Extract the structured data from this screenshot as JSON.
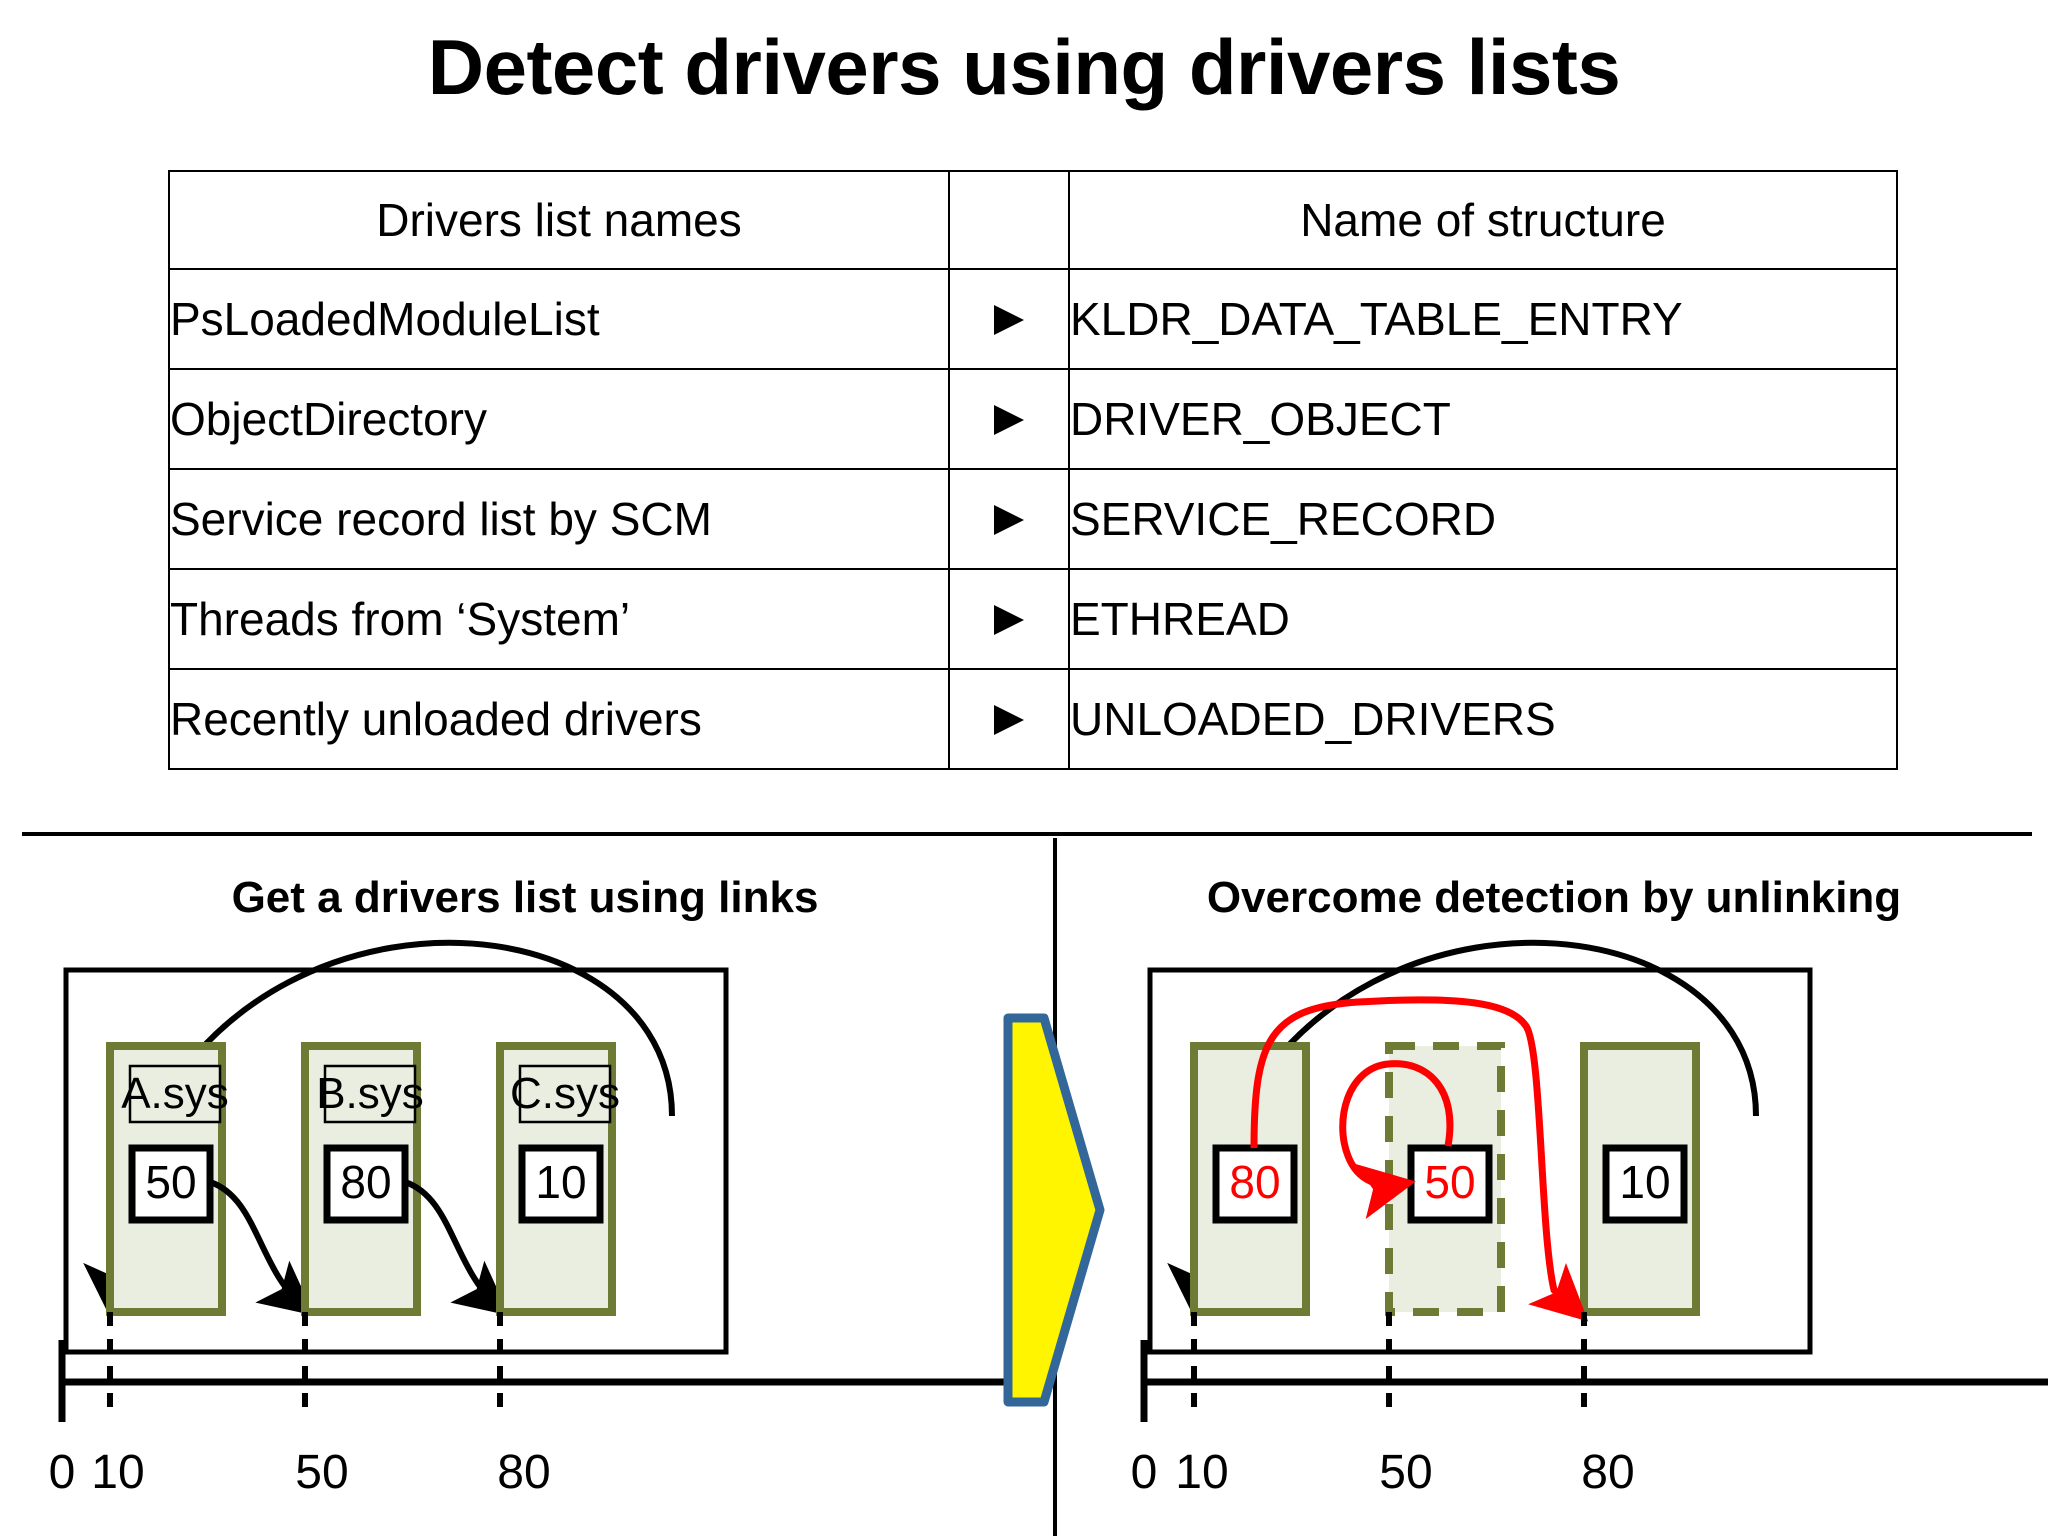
{
  "page": {
    "title": "Detect drivers using drivers lists"
  },
  "table": {
    "headers": [
      "Drivers list names",
      "Name of structure"
    ],
    "arrow_icon": "triangle-right-bullet",
    "rows": [
      {
        "list_name": "PsLoadedModuleList",
        "structure": "KLDR_DATA_TABLE_ENTRY"
      },
      {
        "list_name": "ObjectDirectory",
        "structure": "DRIVER_OBJECT"
      },
      {
        "list_name": "Service record list by SCM",
        "structure": "SERVICE_RECORD"
      },
      {
        "list_name": "Threads from ‘System’",
        "structure": "ETHREAD"
      },
      {
        "list_name": "Recently unloaded drivers",
        "structure": "UNLOADED_DRIVERS"
      }
    ]
  },
  "panels": {
    "left": {
      "title": "Get a drivers list using links",
      "drivers": [
        {
          "name": "A.sys",
          "value": "50",
          "value_color": "#000000",
          "unlinked": false
        },
        {
          "name": "B.sys",
          "value": "80",
          "value_color": "#000000",
          "unlinked": false
        },
        {
          "name": "C.sys",
          "value": "10",
          "value_color": "#000000",
          "unlinked": false
        }
      ],
      "axis_ticks": [
        "0",
        "10",
        "50",
        "80"
      ]
    },
    "right": {
      "title": "Overcome detection by unlinking",
      "drivers": [
        {
          "name": "",
          "value": "80",
          "value_color": "#FF0000",
          "unlinked": false
        },
        {
          "name": "",
          "value": "50",
          "value_color": "#FF0000",
          "unlinked": true
        },
        {
          "name": "",
          "value": "10",
          "value_color": "#000000",
          "unlinked": false
        }
      ],
      "axis_ticks": [
        "0",
        "10",
        "50",
        "80"
      ]
    }
  },
  "chevron": {
    "icon": "chevron-right-arrow",
    "fill": "#FFF500",
    "stroke": "#336699"
  },
  "colors": {
    "driver_box_fill": "#EAEEE0",
    "driver_box_border": "#6E7B35",
    "link_black": "#000000",
    "link_red": "#FF0000"
  }
}
